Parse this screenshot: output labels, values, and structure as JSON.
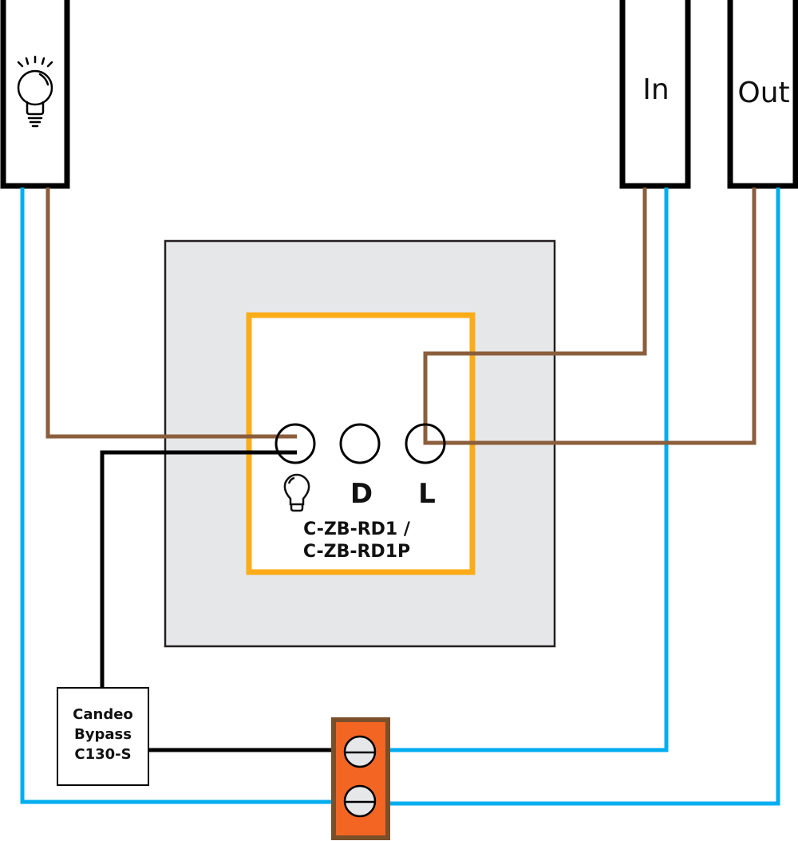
{
  "boxes": {
    "light_icon": "light-bulb-icon",
    "in_label": "In",
    "out_label": "Out"
  },
  "switch": {
    "terminal_d": "D",
    "terminal_l": "L",
    "terminal_load_icon": "light-bulb-icon",
    "model_line1": "C-ZB-RD1 /",
    "model_line2": "C-ZB-RD1P"
  },
  "bypass": {
    "line1": "Candeo",
    "line2": "Bypass",
    "line3": "C130-S"
  },
  "colors": {
    "live_wire": "#8b5e3c",
    "neutral_wire": "#00aeef",
    "switched_wire": "#000000",
    "module_outline": "#fbac18",
    "plate": "#e6e7e8",
    "connector": "#f26522",
    "connector_border": "#7a4f2a"
  }
}
